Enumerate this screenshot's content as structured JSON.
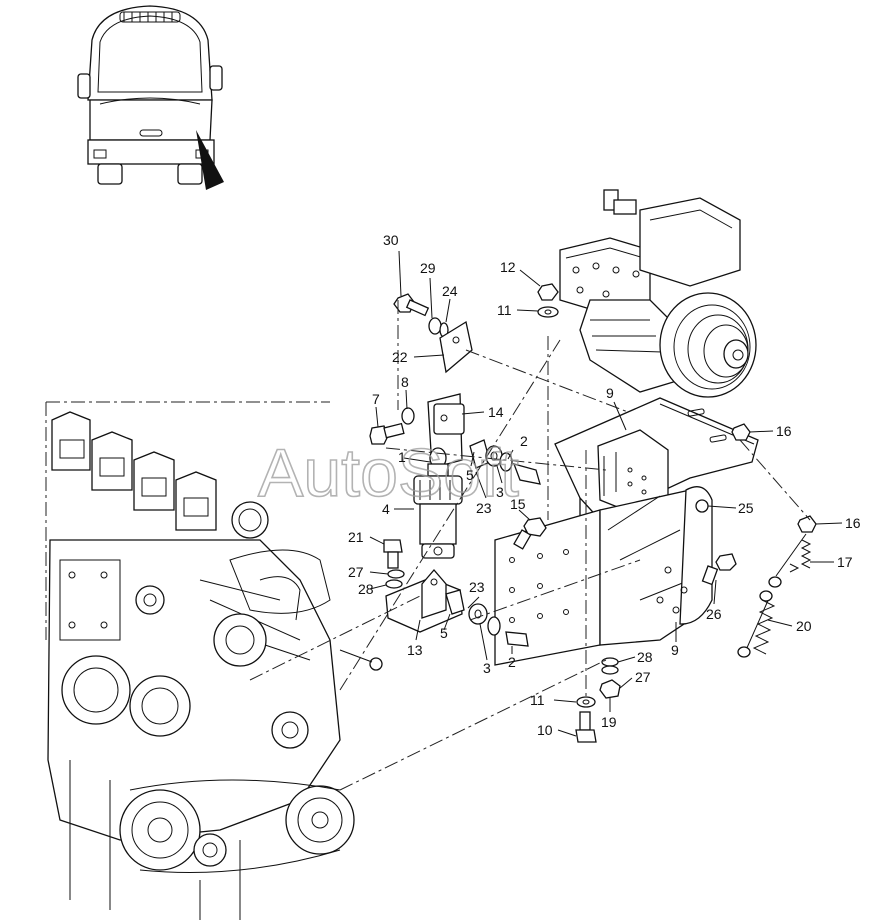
{
  "watermark": "AutoSoft",
  "callouts": [
    {
      "id": "c30",
      "text": "30"
    },
    {
      "id": "c29",
      "text": "29"
    },
    {
      "id": "c24",
      "text": "24"
    },
    {
      "id": "c12",
      "text": "12"
    },
    {
      "id": "c11a",
      "text": "11"
    },
    {
      "id": "c22",
      "text": "22"
    },
    {
      "id": "c8",
      "text": "8"
    },
    {
      "id": "c7",
      "text": "7"
    },
    {
      "id": "c14",
      "text": "14"
    },
    {
      "id": "c1",
      "text": "1"
    },
    {
      "id": "c5a",
      "text": "5"
    },
    {
      "id": "c2a",
      "text": "2"
    },
    {
      "id": "c3a",
      "text": "3"
    },
    {
      "id": "c23a",
      "text": "23"
    },
    {
      "id": "c4",
      "text": "4"
    },
    {
      "id": "c15",
      "text": "15"
    },
    {
      "id": "c9a",
      "text": "9"
    },
    {
      "id": "c16a",
      "text": "16"
    },
    {
      "id": "c25",
      "text": "25"
    },
    {
      "id": "c16b",
      "text": "16"
    },
    {
      "id": "c17",
      "text": "17"
    },
    {
      "id": "c21",
      "text": "21"
    },
    {
      "id": "c27a",
      "text": "27"
    },
    {
      "id": "c28a",
      "text": "28"
    },
    {
      "id": "c23b",
      "text": "23"
    },
    {
      "id": "c5b",
      "text": "5"
    },
    {
      "id": "c13",
      "text": "13"
    },
    {
      "id": "c3b",
      "text": "3"
    },
    {
      "id": "c2b",
      "text": "2"
    },
    {
      "id": "c26",
      "text": "26"
    },
    {
      "id": "c20",
      "text": "20"
    },
    {
      "id": "c9b",
      "text": "9"
    },
    {
      "id": "c28b",
      "text": "28"
    },
    {
      "id": "c27b",
      "text": "27"
    },
    {
      "id": "c11b",
      "text": "11"
    },
    {
      "id": "c19",
      "text": "19"
    },
    {
      "id": "c10",
      "text": "10"
    }
  ]
}
